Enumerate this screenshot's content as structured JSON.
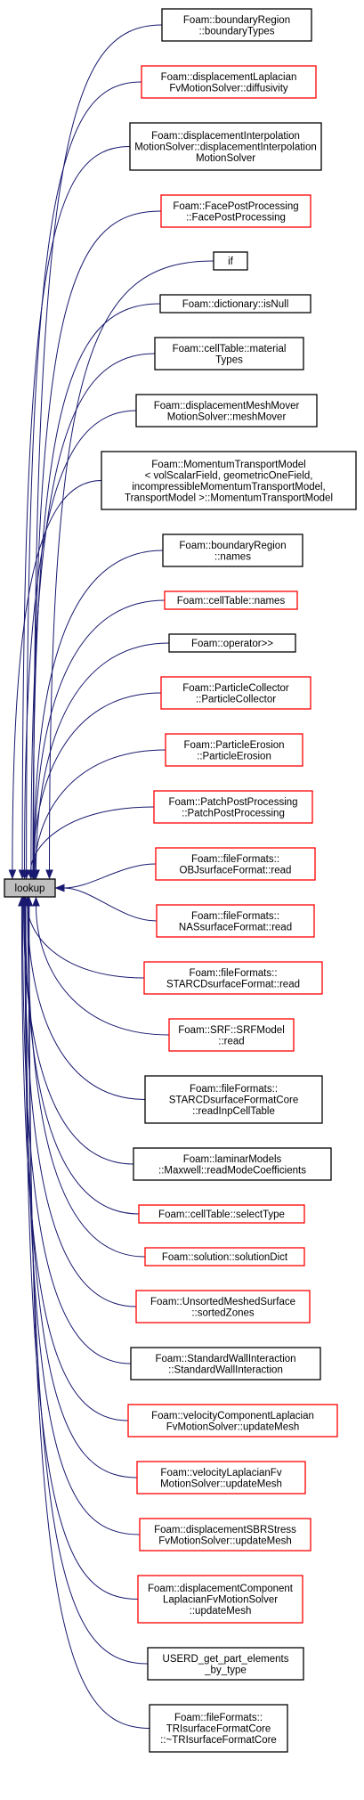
{
  "center": {
    "label": "lookup"
  },
  "callers": [
    {
      "lines": [
        "Foam::boundaryRegion",
        "::boundaryTypes"
      ],
      "color": "black"
    },
    {
      "lines": [
        "Foam::displacementLaplacian",
        "FvMotionSolver::diffusivity"
      ],
      "color": "red"
    },
    {
      "lines": [
        "Foam::displacementInterpolation",
        "MotionSolver::displacementInterpolation",
        "MotionSolver"
      ],
      "color": "black"
    },
    {
      "lines": [
        "Foam::FacePostProcessing",
        "::FacePostProcessing"
      ],
      "color": "red"
    },
    {
      "lines": [
        "if"
      ],
      "color": "black"
    },
    {
      "lines": [
        "Foam::dictionary::isNull"
      ],
      "color": "black"
    },
    {
      "lines": [
        "Foam::cellTable::material",
        "Types"
      ],
      "color": "black"
    },
    {
      "lines": [
        "Foam::displacementMeshMover",
        "MotionSolver::meshMover"
      ],
      "color": "black"
    },
    {
      "lines": [
        "Foam::MomentumTransportModel",
        "< volScalarField, geometricOneField,",
        "incompressibleMomentumTransportModel,",
        "TransportModel >::MomentumTransportModel"
      ],
      "color": "black"
    },
    {
      "lines": [
        "Foam::boundaryRegion",
        "::names"
      ],
      "color": "black"
    },
    {
      "lines": [
        "Foam::cellTable::names"
      ],
      "color": "red"
    },
    {
      "lines": [
        "Foam::operator>>"
      ],
      "color": "black"
    },
    {
      "lines": [
        "Foam::ParticleCollector",
        "::ParticleCollector"
      ],
      "color": "red"
    },
    {
      "lines": [
        "Foam::ParticleErosion",
        "::ParticleErosion"
      ],
      "color": "red"
    },
    {
      "lines": [
        "Foam::PatchPostProcessing",
        "::PatchPostProcessing"
      ],
      "color": "red"
    },
    {
      "lines": [
        "Foam::fileFormats::",
        "OBJsurfaceFormat::read"
      ],
      "color": "red"
    },
    {
      "lines": [
        "Foam::fileFormats::",
        "NASsurfaceFormat::read"
      ],
      "color": "red"
    },
    {
      "lines": [
        "Foam::fileFormats::",
        "STARCDsurfaceFormat::read"
      ],
      "color": "red"
    },
    {
      "lines": [
        "Foam::SRF::SRFModel",
        "::read"
      ],
      "color": "red"
    },
    {
      "lines": [
        "Foam::fileFormats::",
        "STARCDsurfaceFormatCore",
        "::readInpCellTable"
      ],
      "color": "black"
    },
    {
      "lines": [
        "Foam::laminarModels",
        "::Maxwell::readModeCoefficients"
      ],
      "color": "black"
    },
    {
      "lines": [
        "Foam::cellTable::selectType"
      ],
      "color": "red"
    },
    {
      "lines": [
        "Foam::solution::solutionDict"
      ],
      "color": "red"
    },
    {
      "lines": [
        "Foam::UnsortedMeshedSurface",
        "::sortedZones"
      ],
      "color": "red"
    },
    {
      "lines": [
        "Foam::StandardWallInteraction",
        "::StandardWallInteraction"
      ],
      "color": "black"
    },
    {
      "lines": [
        "Foam::velocityComponentLaplacian",
        "FvMotionSolver::updateMesh"
      ],
      "color": "red"
    },
    {
      "lines": [
        "Foam::velocityLaplacianFv",
        "MotionSolver::updateMesh"
      ],
      "color": "red"
    },
    {
      "lines": [
        "Foam::displacementSBRStress",
        "FvMotionSolver::updateMesh"
      ],
      "color": "red"
    },
    {
      "lines": [
        "Foam::displacementComponent",
        "LaplacianFvMotionSolver",
        "::updateMesh"
      ],
      "color": "red"
    },
    {
      "lines": [
        "USERD_get_part_elements",
        "_by_type"
      ],
      "color": "black"
    },
    {
      "lines": [
        "Foam::fileFormats::",
        "TRIsurfaceFormatCore",
        "::~TRIsurfaceFormatCore"
      ],
      "color": "black"
    }
  ]
}
